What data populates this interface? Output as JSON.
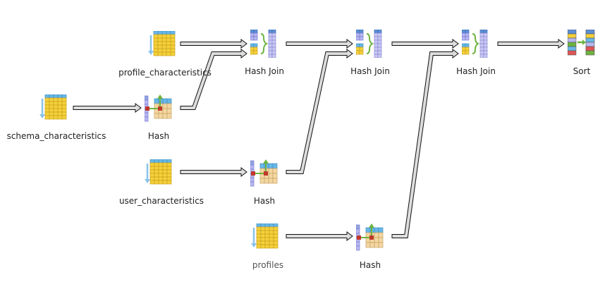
{
  "colors": {
    "table_cell": "#f5d13a",
    "table_cell_border": "#c9a21e",
    "table_header": "#69b7e6",
    "table_header_border": "#3b8fc4",
    "scan_arrow": "#89c2ea",
    "hash_column": "#b8b7f0",
    "hash_column_border": "#7b7ad0",
    "hash_bucket": "#f3d7a2",
    "hash_bucket_border": "#c8a265",
    "hash_red": "#c0392b",
    "hash_green": "#6db33f",
    "arrow_fill": "#dddddd",
    "arrow_stroke": "#111111"
  },
  "nodes": [
    {
      "id": "scan_profile_char",
      "type": "scan",
      "label": "profile_characteristics",
      "icon": "table-scan-icon"
    },
    {
      "id": "scan_schema_char",
      "type": "scan",
      "label": "schema_characteristics",
      "icon": "table-scan-icon"
    },
    {
      "id": "scan_user_char",
      "type": "scan",
      "label": "user_characteristics",
      "icon": "table-scan-icon"
    },
    {
      "id": "scan_profiles",
      "type": "scan",
      "label": "profiles",
      "icon": "table-scan-icon",
      "muted": true
    },
    {
      "id": "hash_1",
      "type": "hash",
      "label": "Hash",
      "icon": "hash-icon"
    },
    {
      "id": "hash_2",
      "type": "hash",
      "label": "Hash",
      "icon": "hash-icon"
    },
    {
      "id": "hash_3",
      "type": "hash",
      "label": "Hash",
      "icon": "hash-icon"
    },
    {
      "id": "hash_join_1",
      "type": "hashjoin",
      "label": "Hash Join",
      "icon": "hash-join-icon"
    },
    {
      "id": "hash_join_2",
      "type": "hashjoin",
      "label": "Hash Join",
      "icon": "hash-join-icon"
    },
    {
      "id": "hash_join_3",
      "type": "hashjoin",
      "label": "Hash Join",
      "icon": "hash-join-icon"
    },
    {
      "id": "sort",
      "type": "sort",
      "label": "Sort",
      "icon": "sort-icon"
    }
  ],
  "edges": [
    {
      "from": "scan_profile_char",
      "to": "hash_join_1"
    },
    {
      "from": "scan_schema_char",
      "to": "hash_1"
    },
    {
      "from": "hash_1",
      "to": "hash_join_1"
    },
    {
      "from": "hash_join_1",
      "to": "hash_join_2"
    },
    {
      "from": "scan_user_char",
      "to": "hash_2"
    },
    {
      "from": "hash_2",
      "to": "hash_join_2"
    },
    {
      "from": "hash_join_2",
      "to": "hash_join_3"
    },
    {
      "from": "scan_profiles",
      "to": "hash_3"
    },
    {
      "from": "hash_3",
      "to": "hash_join_3"
    },
    {
      "from": "hash_join_3",
      "to": "sort"
    }
  ]
}
